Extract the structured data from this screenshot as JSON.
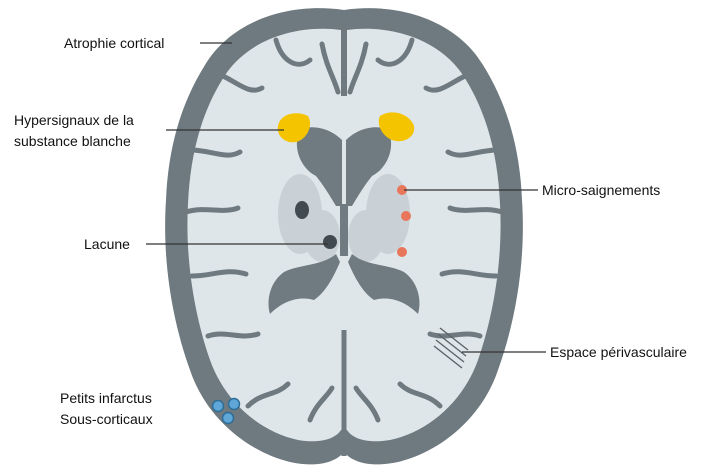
{
  "labels": {
    "cortical_atrophy": "Atrophie cortical",
    "white_matter_line1": "Hypersignaux de la",
    "white_matter_line2": "substance blanche",
    "microbleeds": "Micro-saignements",
    "lacune": "Lacune",
    "perivascular": "Espace périvasculaire",
    "infarcts_line1": "Petits infarctus",
    "infarcts_line2": "Sous-corticaux"
  },
  "colors": {
    "cortex": "#6f7a80",
    "white_matter": "#dfe6ea",
    "ventricles": "#707b81",
    "hyperintensity": "#f5c400",
    "microbleed": "#e8765a",
    "infarct": "#5fa7d6",
    "leader_line": "#333333"
  }
}
